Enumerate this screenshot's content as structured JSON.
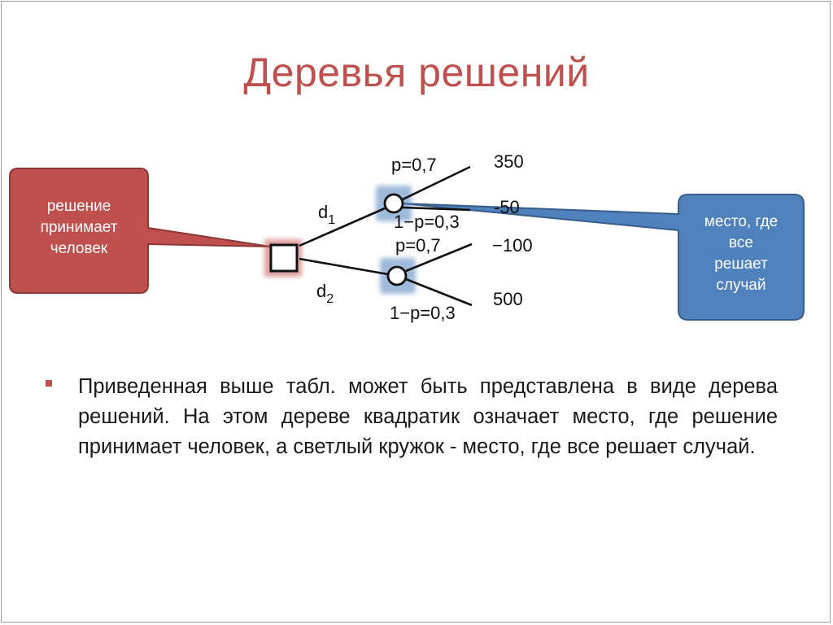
{
  "slide": {
    "title": "Деревья решений"
  },
  "callouts": {
    "decision": {
      "lines": [
        "решение",
        "принимает",
        "человек"
      ],
      "color": "#c0504d"
    },
    "chance": {
      "lines": [
        "место, где",
        "все",
        "решает",
        "случай"
      ],
      "color": "#4f81bd"
    }
  },
  "tree": {
    "branches": [
      {
        "name": "d",
        "subscript": "1"
      },
      {
        "name": "d",
        "subscript": "2"
      }
    ],
    "outcomes": [
      {
        "prob": "p=0,7",
        "payoff": "350"
      },
      {
        "prob": "1−p=0,3",
        "payoff": "-50"
      },
      {
        "prob": "p=0,7",
        "payoff": "−100"
      },
      {
        "prob": "1−p=0,3",
        "payoff": "500"
      }
    ]
  },
  "body": {
    "bullet_text": "Приведенная выше табл. может быть представлена в виде дерева решений. На этом дереве квадратик означает место, где решение принимает человек, а светлый кружок - место, где все решает случай."
  }
}
